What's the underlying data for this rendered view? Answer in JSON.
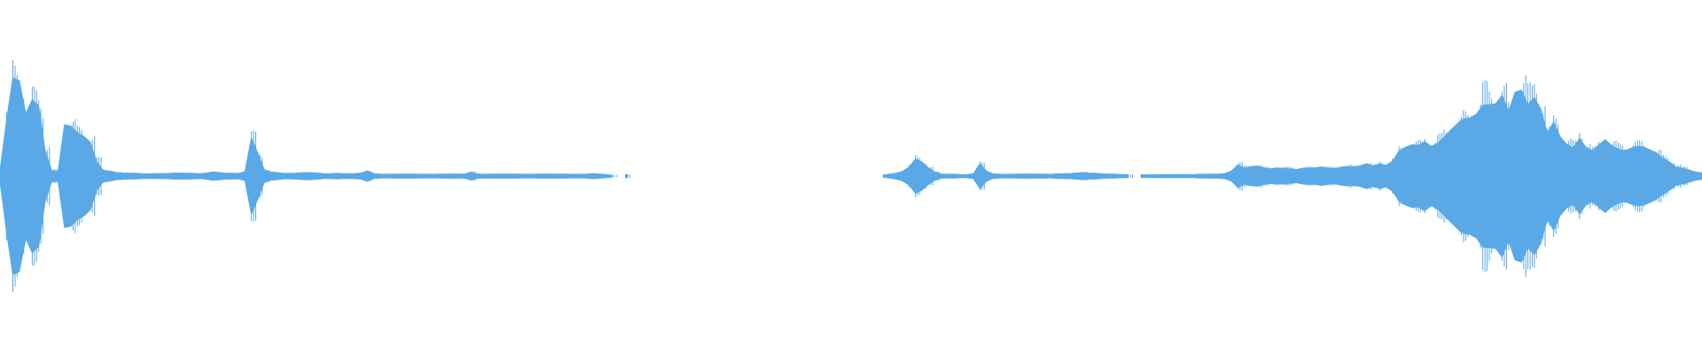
{
  "waveform": {
    "color": "#5aa9e6",
    "background": "#ffffff",
    "envelope": [
      0.06,
      0.58,
      0.98,
      0.92,
      0.6,
      0.75,
      0.72,
      0.28,
      0.06,
      0.05,
      0.5,
      0.48,
      0.42,
      0.4,
      0.36,
      0.16,
      0.06,
      0.05,
      0.035,
      0.03,
      0.03,
      0.03,
      0.025,
      0.025,
      0.025,
      0.025,
      0.025,
      0.03,
      0.03,
      0.03,
      0.03,
      0.025,
      0.03,
      0.04,
      0.035,
      0.03,
      0.03,
      0.03,
      0.05,
      0.38,
      0.22,
      0.06,
      0.04,
      0.035,
      0.03,
      0.03,
      0.03,
      0.035,
      0.035,
      0.03,
      0.025,
      0.025,
      0.03,
      0.025,
      0.025,
      0.025,
      0.03,
      0.05,
      0.025,
      0.02,
      0.02,
      0.02,
      0.02,
      0.02,
      0.02,
      0.02,
      0.02,
      0.02,
      0.02,
      0.02,
      0.02,
      0.02,
      0.02,
      0.04,
      0.025,
      0.02,
      0.02,
      0.02,
      0.02,
      0.02,
      0.02,
      0.02,
      0.02,
      0.02,
      0.02,
      0.02,
      0.02,
      0.02,
      0.02,
      0.02,
      0.02,
      0.02,
      0.025,
      0.02,
      0.015,
      0.005,
      0,
      0.015,
      0,
      0,
      0,
      0,
      0,
      0,
      0,
      0,
      0,
      0,
      0,
      0,
      0,
      0,
      0,
      0,
      0,
      0,
      0,
      0,
      0,
      0,
      0,
      0,
      0,
      0,
      0,
      0,
      0,
      0,
      0,
      0,
      0,
      0,
      0,
      0,
      0,
      0,
      0,
      0.01,
      0.02,
      0.03,
      0.05,
      0.1,
      0.18,
      0.14,
      0.08,
      0.04,
      0.02,
      0.02,
      0.02,
      0.015,
      0.015,
      0.025,
      0.12,
      0.05,
      0.025,
      0.02,
      0.02,
      0.02,
      0.02,
      0.02,
      0.02,
      0.02,
      0.02,
      0.02,
      0.025,
      0.025,
      0.025,
      0.03,
      0.035,
      0.03,
      0.03,
      0.025,
      0.02,
      0.02,
      0.015,
      0.015,
      0,
      0.015,
      0.015,
      0.015,
      0.015,
      0.015,
      0.015,
      0.015,
      0.015,
      0.015,
      0.02,
      0.02,
      0.02,
      0.02,
      0.025,
      0.05,
      0.12,
      0.09,
      0.1,
      0.1,
      0.08,
      0.07,
      0.08,
      0.08,
      0.08,
      0.07,
      0.08,
      0.08,
      0.08,
      0.09,
      0.08,
      0.08,
      0.1,
      0.1,
      0.09,
      0.1,
      0.12,
      0.1,
      0.13,
      0.12,
      0.16,
      0.25,
      0.28,
      0.3,
      0.3,
      0.35,
      0.32,
      0.36,
      0.4,
      0.45,
      0.5,
      0.55,
      0.58,
      0.65,
      0.8,
      0.75,
      0.72,
      0.78,
      0.62,
      0.82,
      0.88,
      0.78,
      0.85,
      0.68,
      0.42,
      0.52,
      0.38,
      0.32,
      0.3,
      0.42,
      0.3,
      0.25,
      0.3,
      0.35,
      0.3,
      0.28,
      0.28,
      0.3,
      0.3,
      0.28,
      0.25,
      0.22,
      0.18,
      0.15,
      0.1,
      0.08,
      0.06,
      0.04,
      0.03
    ]
  }
}
